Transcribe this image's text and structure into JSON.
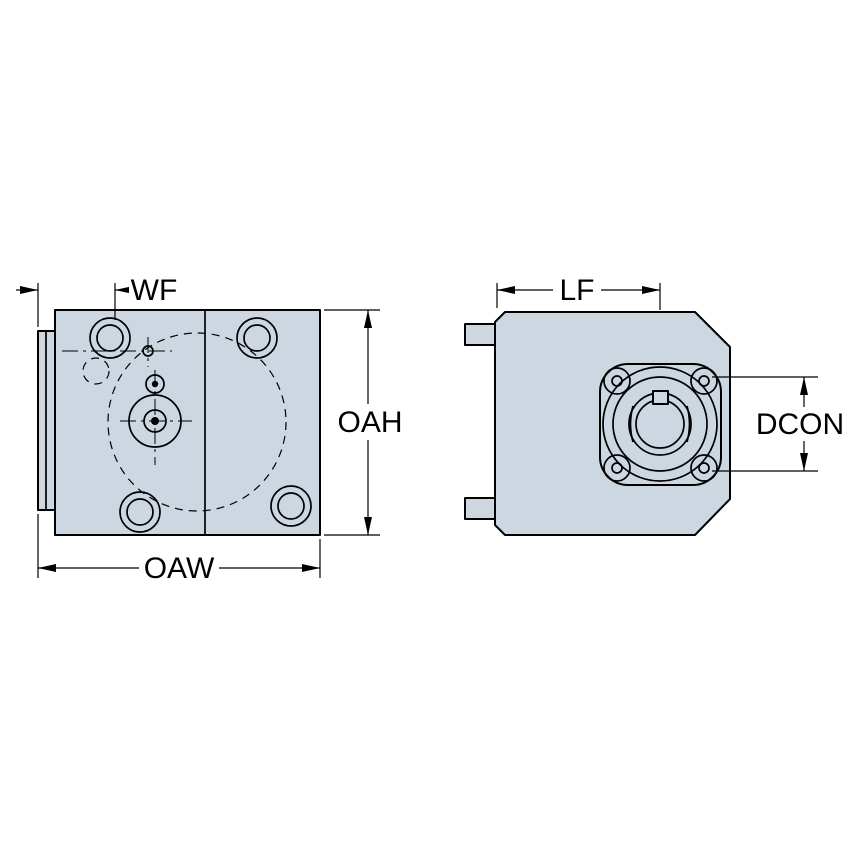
{
  "labels": {
    "wf": "WF",
    "oah": "OAH",
    "oaw": "OAW",
    "lf": "LF",
    "dcon": "DCON"
  },
  "colors": {
    "body_fill": "#ccd7e1",
    "line": "#000000",
    "background": "#ffffff",
    "label_text": "#000000"
  }
}
